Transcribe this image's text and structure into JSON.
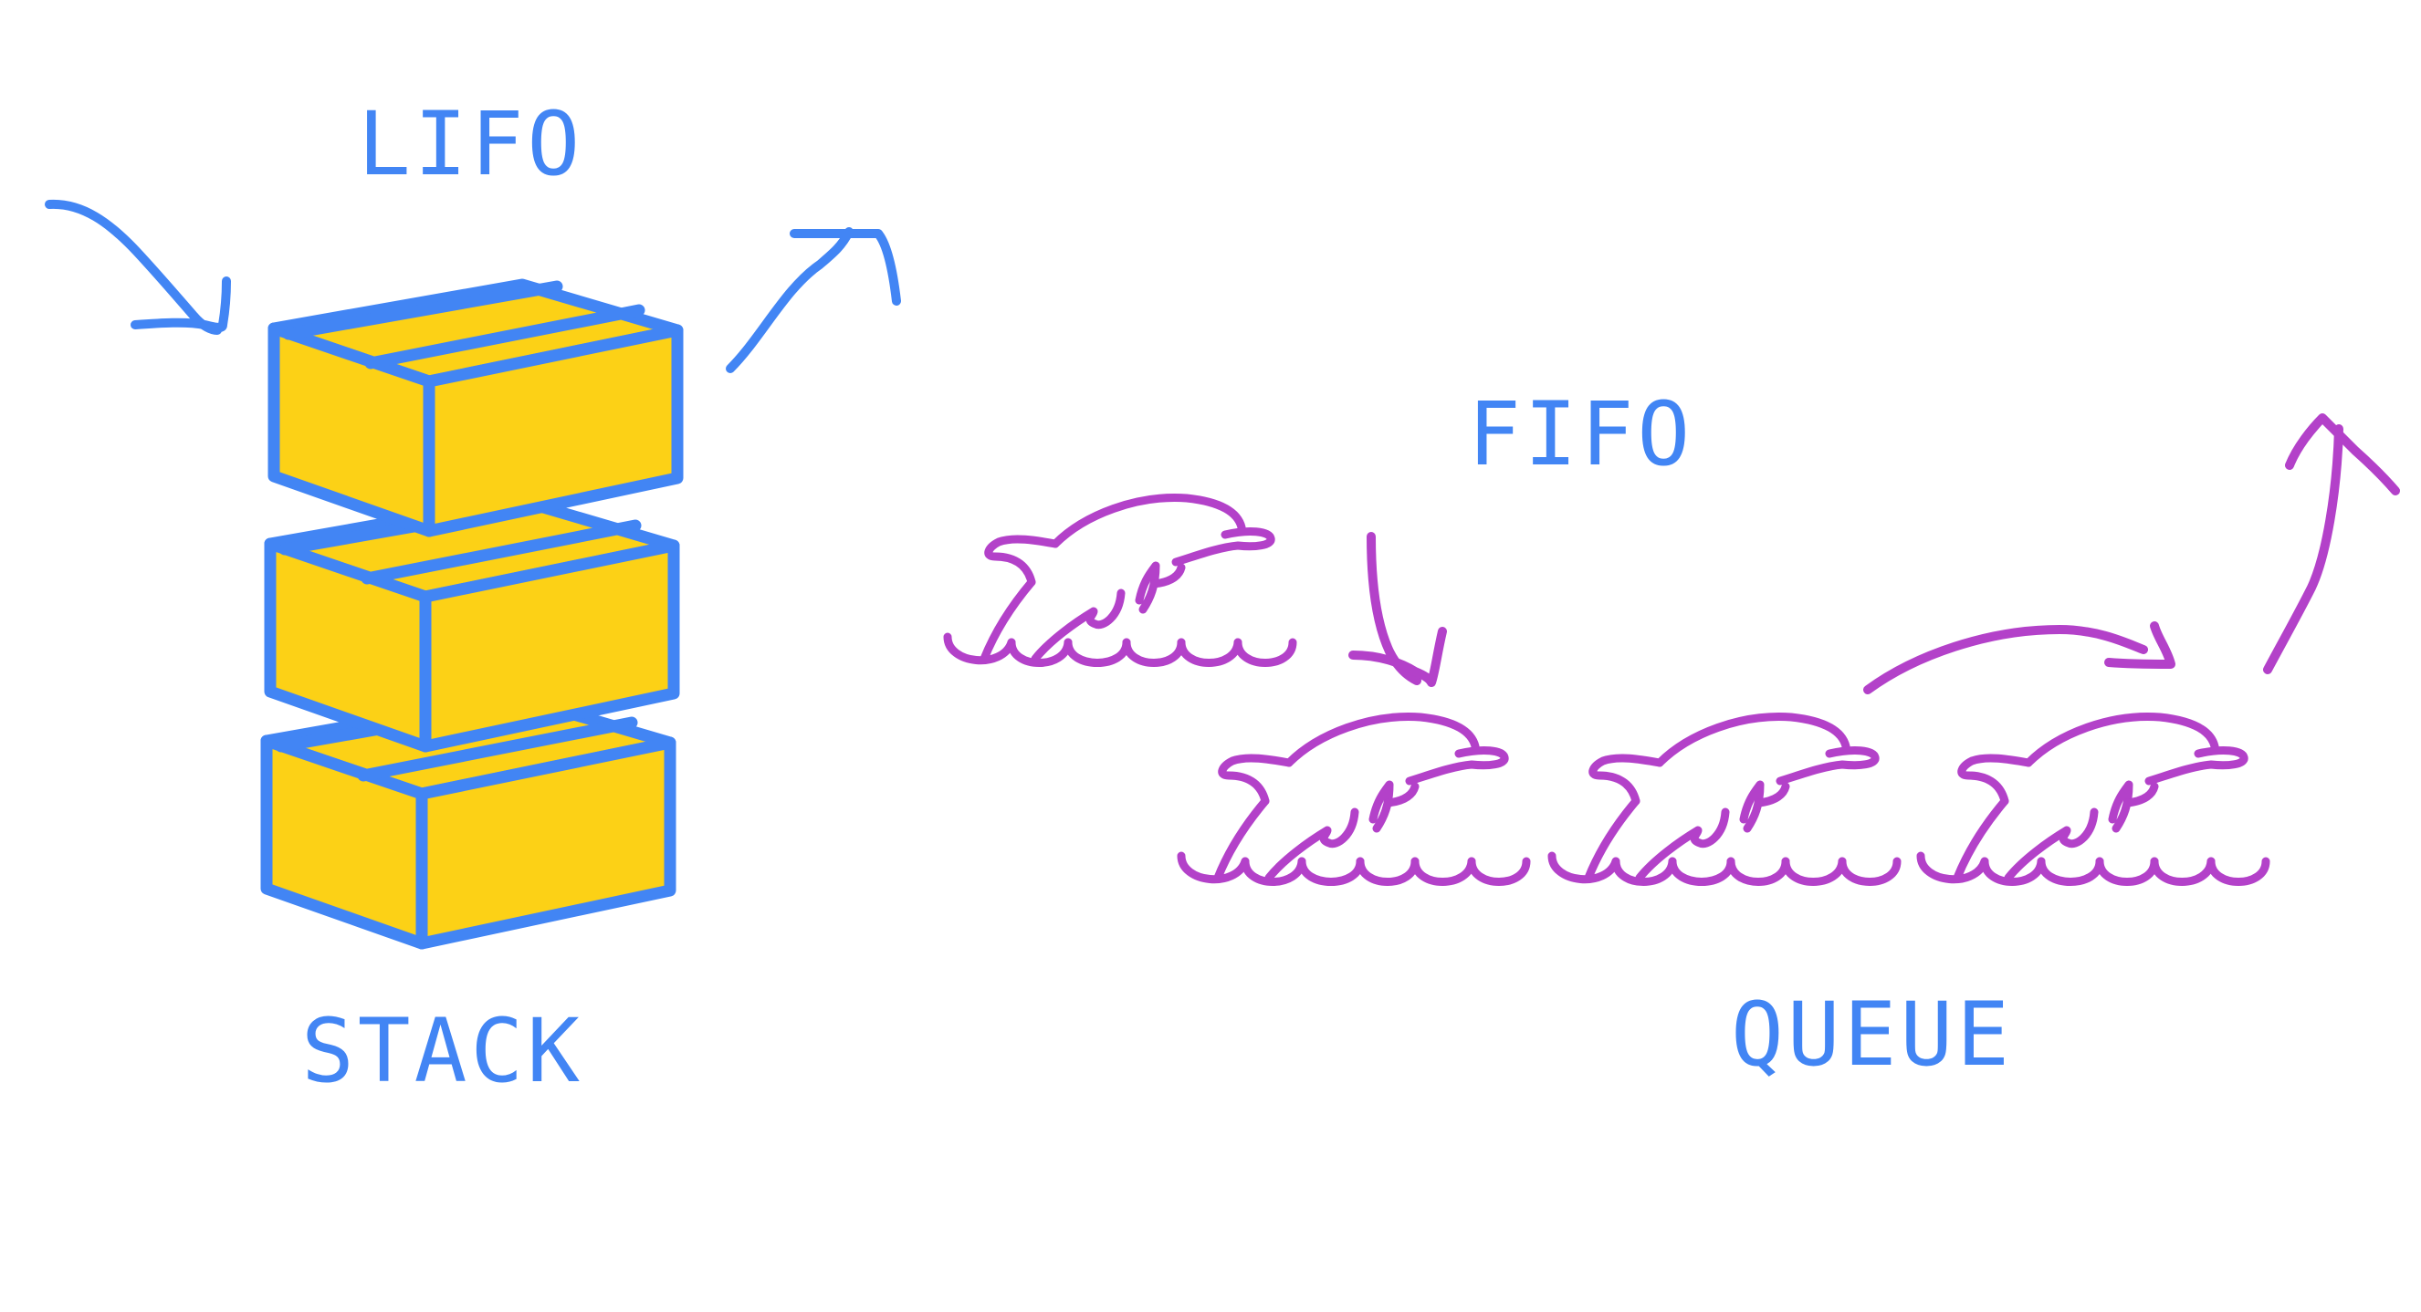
{
  "labels": {
    "lifo": "LIFO",
    "stack": "STACK",
    "fifo": "FIFO",
    "queue": "QUEUE"
  },
  "colors": {
    "blue": "#4285f4",
    "yellow": "#fcd116",
    "purple": "#b341c9",
    "background": "#ffffff"
  },
  "icons": {
    "box": "box-icon",
    "dolphin": "dolphin-icon",
    "arrow": "arrow-icon"
  }
}
